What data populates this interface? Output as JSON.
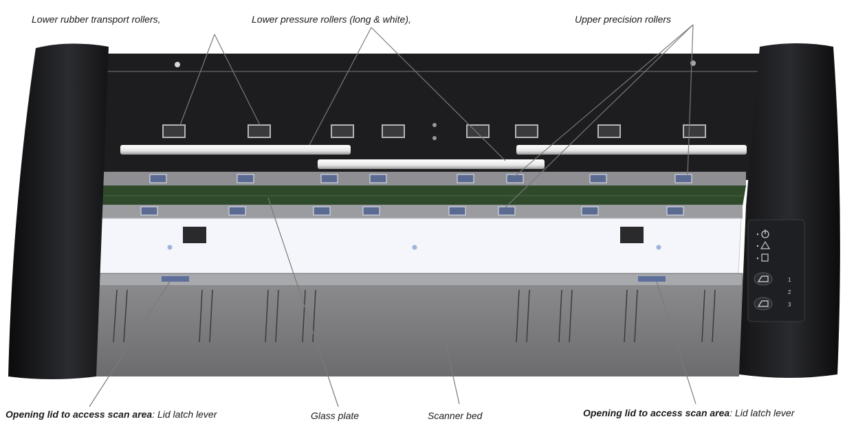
{
  "labels": {
    "lower_rubber": "Lower rubber transport rollers,",
    "lower_pressure": "Lower pressure rollers (long & white),",
    "upper_precision": "Upper precision rollers",
    "lid_latch_left_bold": "Opening lid to access scan area",
    "lid_latch_left_rest": ": Lid latch lever",
    "glass_plate": "Glass plate",
    "scanner_bed": "Scanner bed",
    "lid_latch_right_bold": "Opening lid to access scan area",
    "lid_latch_right_rest": ": Lid latch lever"
  },
  "panel_buttons": {
    "btn1": "1",
    "btn2": "2",
    "btn3": "3"
  },
  "icons": [
    "power-icon",
    "warning-icon",
    "paper-icon",
    "scan-color-icon",
    "scan-bw-icon"
  ],
  "colors": {
    "body_dark": "#1c1c1e",
    "plate_white": "#f4f6fb",
    "glass_green": "#2f4a2a",
    "bed_gray": "#7a7a7c"
  }
}
